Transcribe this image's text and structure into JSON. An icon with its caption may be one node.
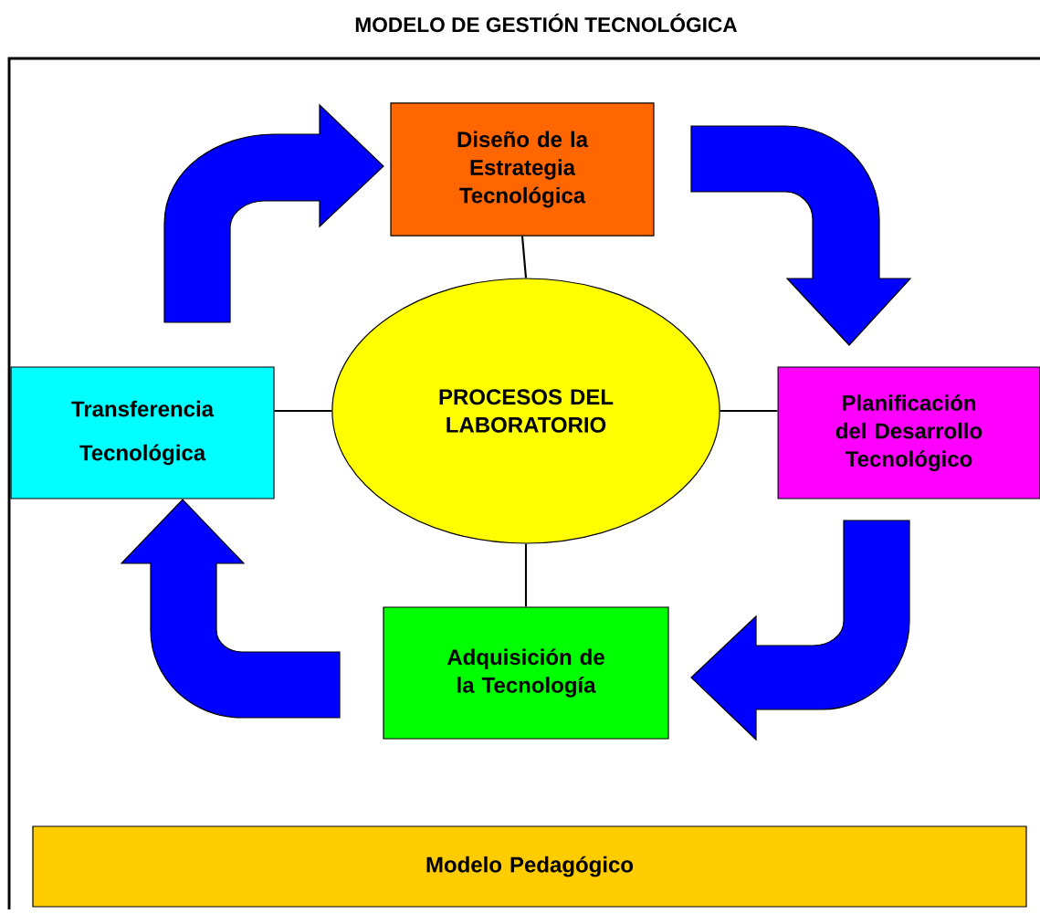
{
  "diagram": {
    "title": "MODELO DE GESTIÓN TECNOLÓGICA",
    "nodes": [
      {
        "text": [
          "Diseño de la Estrategia Tecnológica"
        ]
      },
      {
        "text": [
          "PROCESOS DEL LABORATORIO"
        ]
      },
      {
        "text": [
          "Planificación del Desarrollo Tecnológico"
        ]
      },
      {
        "text": [
          "Adquisición de la Tecnología"
        ]
      },
      {
        "text": [
          "Transferencia Tecnológica"
        ]
      },
      {
        "text": [
          "Modelo Pedagógico"
        ]
      }
    ],
    "edges": [
      {
        "from": 1,
        "to": 0,
        "arrow": "none"
      },
      {
        "from": 1,
        "to": 2,
        "arrow": "none"
      },
      {
        "from": 1,
        "to": 3,
        "arrow": "none"
      },
      {
        "from": 1,
        "to": 4,
        "arrow": "none"
      },
      {
        "from": 4,
        "to": 0,
        "arrow": "to",
        "style": "thick",
        "color": "#0000ff"
      },
      {
        "from": 0,
        "to": 2,
        "arrow": "to",
        "style": "thick",
        "color": "#0000ff"
      },
      {
        "from": 2,
        "to": 3,
        "arrow": "to",
        "style": "thick",
        "color": "#0000ff"
      },
      {
        "from": 3,
        "to": 4,
        "arrow": "to",
        "style": "thick",
        "color": "#0000ff"
      }
    ]
  }
}
